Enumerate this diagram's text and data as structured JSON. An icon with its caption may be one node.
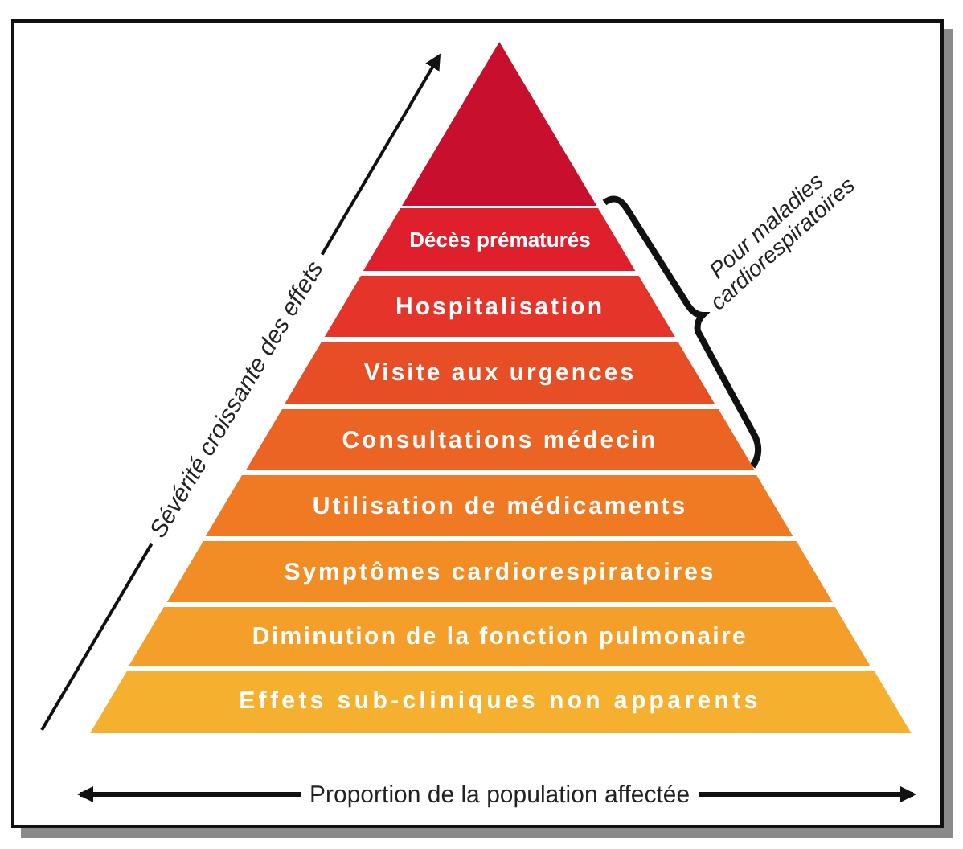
{
  "diagram": {
    "nodes": [
      {
        "text": [],
        "shape": "triangle"
      },
      {
        "text": [
          "Décès prématurés"
        ]
      },
      {
        "text": [
          "Hospitalisation"
        ]
      },
      {
        "text": [
          "Visite aux urgences"
        ]
      },
      {
        "text": [
          "Consultations médecin"
        ]
      },
      {
        "text": [
          "Utilisation de médicaments"
        ]
      },
      {
        "text": [
          "Symptômes cardiorespiratoires"
        ]
      },
      {
        "text": [
          "Diminution de la fonction pulmonaire"
        ]
      },
      {
        "text": [
          "Effets sub-cliniques non apparents"
        ]
      }
    ],
    "edges": [],
    "labels": [
      "Sévérité croissante des effets",
      "Pour maladies cardiorespiratoires",
      "Proportion de la population affectée"
    ]
  }
}
